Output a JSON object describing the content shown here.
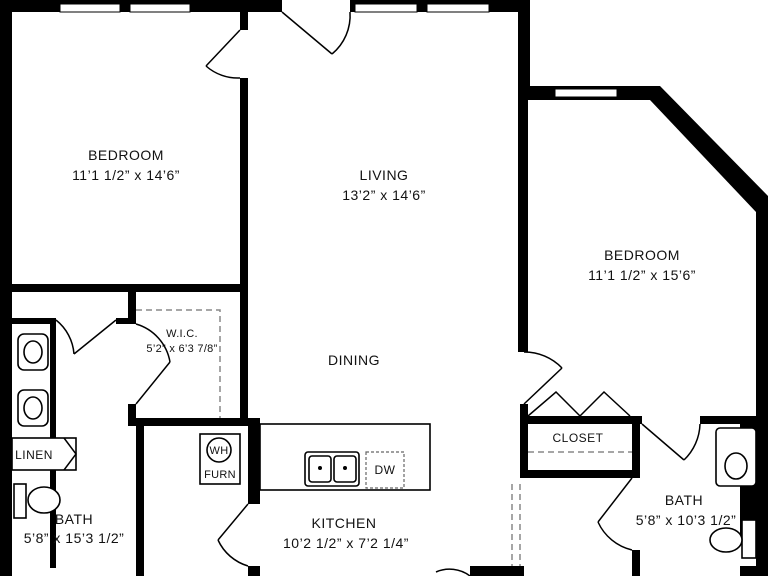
{
  "rooms": {
    "bedroom_left": {
      "name": "BEDROOM",
      "size": "11’1 1/2” x 14’6”"
    },
    "living": {
      "name": "LIVING",
      "size": "13’2” x 14’6”"
    },
    "bedroom_right": {
      "name": "BEDROOM",
      "size": "11’1 1/2” x 15’6”"
    },
    "wic": {
      "name": "W.I.C.",
      "size": "5’2” x 6’3 7/8”"
    },
    "dining": {
      "name": "DINING"
    },
    "closet": {
      "name": "CLOSET"
    },
    "linen": {
      "name": "LINEN"
    },
    "bath_left": {
      "name": "BATH",
      "size": "5’8” x 15’3 1/2”"
    },
    "kitchen": {
      "name": "KITCHEN",
      "size": "10’2 1/2” x 7’2 1/4”"
    },
    "bath_right": {
      "name": "BATH",
      "size": "5’8” x 10’3 1/2”"
    }
  },
  "appliances": {
    "wh": "WH",
    "furn": "FURN",
    "dw": "DW"
  }
}
